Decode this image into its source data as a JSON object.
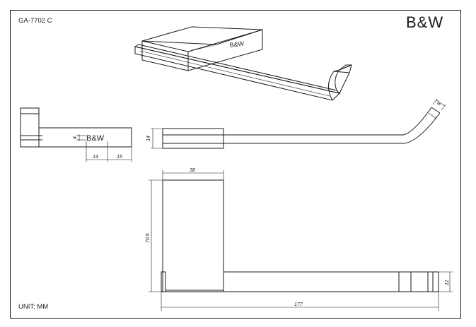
{
  "sheet": {
    "model_code": "GA-7702 C",
    "brand_logo": "B&W",
    "unit_label": "UNIT: MM"
  },
  "iso_view": {
    "engraving": "B&W"
  },
  "side_view": {
    "engraving": "B&W",
    "dims": {
      "logo_height": "4",
      "offset_a": "14",
      "offset_b": "15"
    }
  },
  "top_view": {
    "dims": {
      "thickness": "14",
      "tip": "6"
    }
  },
  "front_view": {
    "dims": {
      "plate_width": "38",
      "plate_height": "70.5",
      "overall_length": "177",
      "bar_height": "12"
    }
  }
}
